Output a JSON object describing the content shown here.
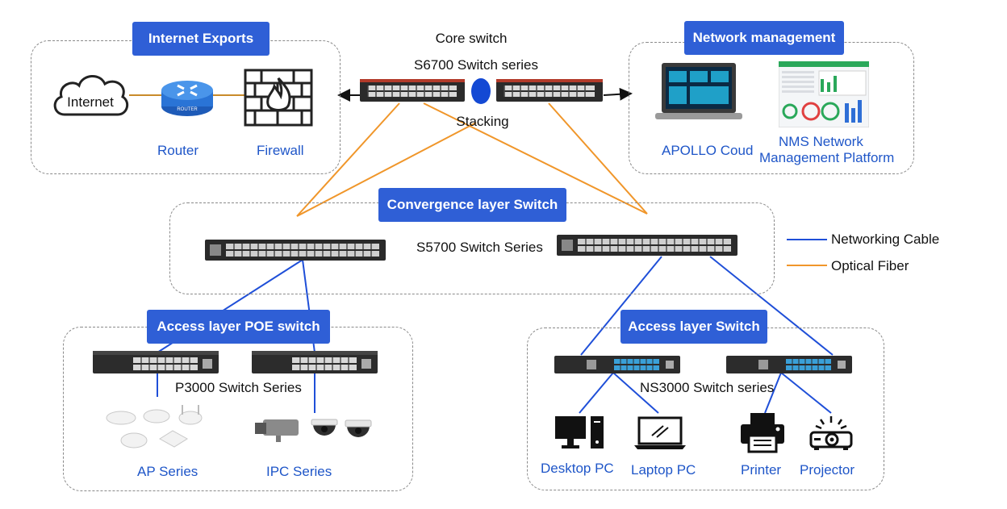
{
  "groups": {
    "internet_exports": {
      "title": "Internet Exports",
      "router_label": "Router",
      "firewall_label": "Firewall",
      "internet_label": "Internet",
      "router_icon_text": "ROUTER"
    },
    "network_management": {
      "title": "Network management",
      "apollo_label": "APOLLO Coud",
      "nms_label_line1": "NMS Network",
      "nms_label_line2": "Management Platform"
    },
    "convergence": {
      "title": "Convergence layer Switch",
      "series_label": "S5700 Switch Series"
    },
    "access_poe": {
      "title": "Access layer POE switch",
      "series_label": "P3000 Switch Series",
      "ap_label": "AP Series",
      "ipc_label": "IPC Series"
    },
    "access": {
      "title": "Access layer  Switch",
      "series_label": "NS3000 Switch series",
      "desktop_label": "Desktop PC",
      "laptop_label": "Laptop PC",
      "printer_label": "Printer",
      "projector_label": "Projector"
    }
  },
  "core": {
    "title": "Core switch",
    "series_label": "S6700 Switch series",
    "stacking_label": "Stacking"
  },
  "legend": {
    "networking_cable": "Networking Cable",
    "optical_fiber": "Optical Fiber"
  },
  "colors": {
    "badge": "#2f5fd6",
    "label_blue": "#1f56c8",
    "cable": "#1f4fd8",
    "fiber": "#f0962a",
    "dashed_border": "#8a8a8a"
  }
}
